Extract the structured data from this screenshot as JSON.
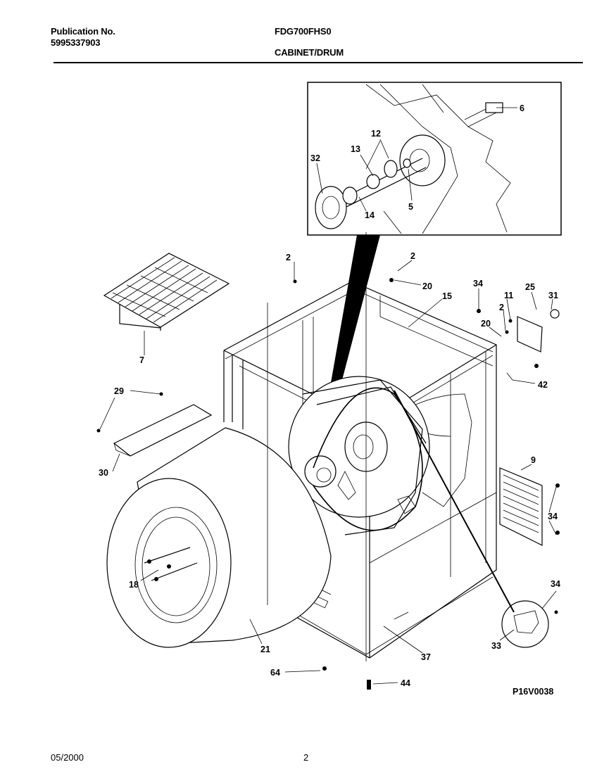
{
  "header": {
    "publication_label": "Publication No.",
    "publication_number": "5995337903",
    "model": "FDG700FHS0",
    "section": "CABINET/DRUM"
  },
  "diagram_code": "P16V0038",
  "footer": {
    "date": "05/2000",
    "page": "2"
  },
  "part_labels": {
    "p6": "6",
    "p12": "12",
    "p13": "13",
    "p32": "32",
    "p14": "14",
    "p5": "5",
    "p2a": "2",
    "p2b": "2",
    "p20a": "20",
    "p15": "15",
    "p34a": "34",
    "p25": "25",
    "p11": "11",
    "p2c": "2",
    "p31": "31",
    "p20b": "20",
    "p7": "7",
    "p42": "42",
    "p29": "29",
    "p30": "30",
    "p9": "9",
    "p34b": "34",
    "p18": "18",
    "p34c": "34",
    "p21": "21",
    "p37": "37",
    "p33": "33",
    "p64": "64",
    "p44": "44"
  }
}
